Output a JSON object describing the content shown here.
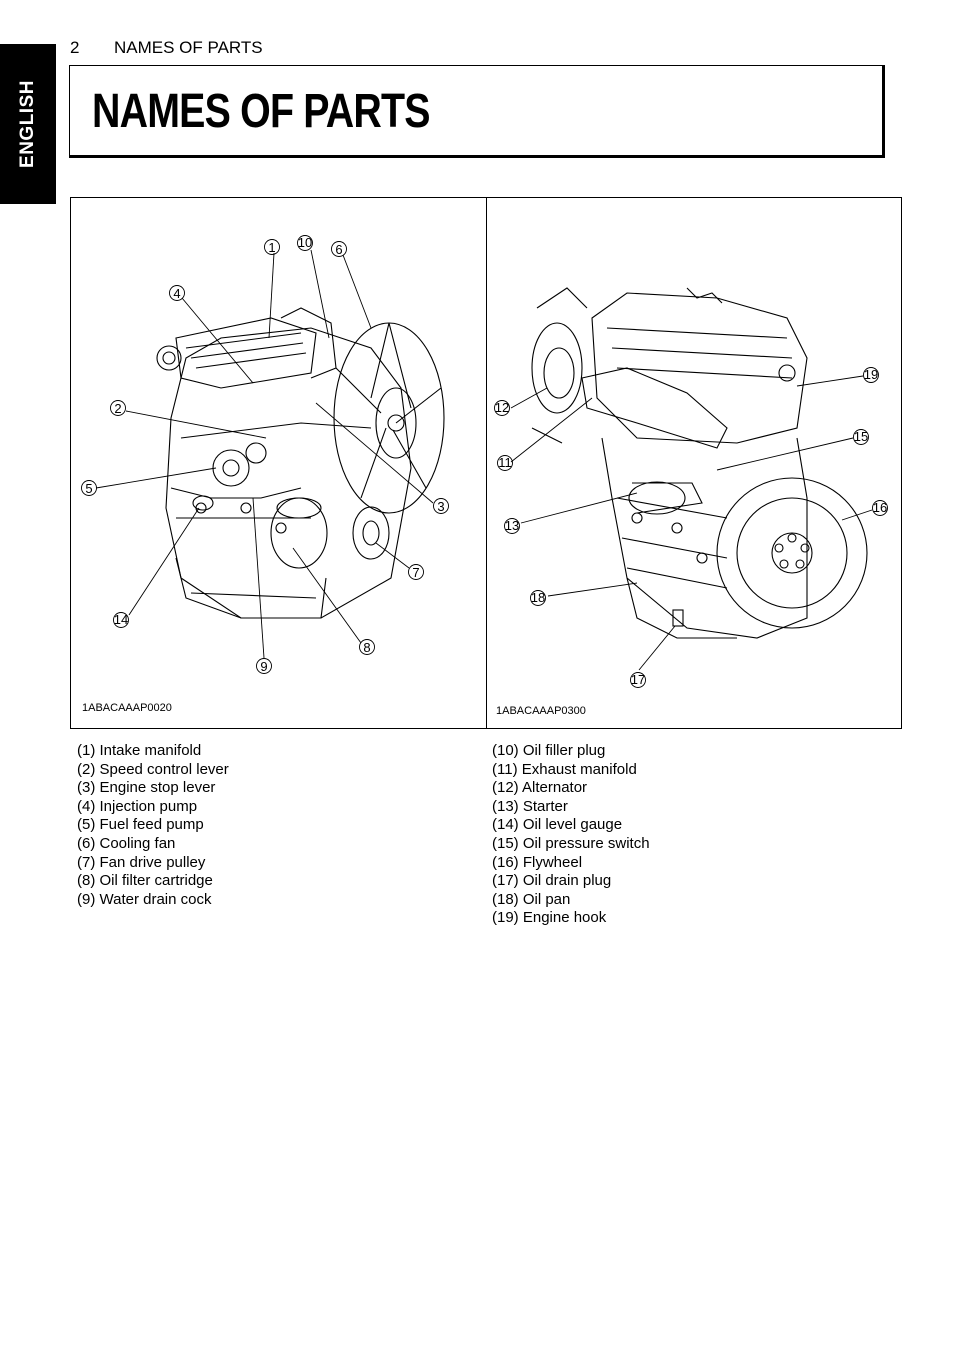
{
  "header": {
    "page_number": "2",
    "section": "NAMES OF PARTS"
  },
  "side_tab": {
    "label": "ENGLISH"
  },
  "title": "NAMES OF PARTS",
  "figures": {
    "left": {
      "code": "1ABACAAAP0020",
      "callouts": [
        "1",
        "10",
        "6",
        "4",
        "2",
        "5",
        "3",
        "7",
        "14",
        "8",
        "9"
      ]
    },
    "right": {
      "code": "1ABACAAAP0300",
      "callouts": [
        "19",
        "12",
        "15",
        "11",
        "16",
        "13",
        "18",
        "17"
      ]
    }
  },
  "parts_left": [
    "(1) Intake manifold",
    "(2) Speed control lever",
    "(3) Engine stop lever",
    "(4) Injection pump",
    "(5) Fuel feed pump",
    "(6) Cooling fan",
    "(7) Fan drive pulley",
    "(8) Oil filter cartridge",
    "(9) Water drain cock"
  ],
  "parts_right": [
    "(10) Oil filler plug",
    "(11) Exhaust manifold",
    "(12) Alternator",
    "(13) Starter",
    "(14) Oil level gauge",
    "(15) Oil pressure switch",
    "(16) Flywheel",
    "(17) Oil drain plug",
    "(18) Oil pan",
    "(19) Engine hook"
  ]
}
